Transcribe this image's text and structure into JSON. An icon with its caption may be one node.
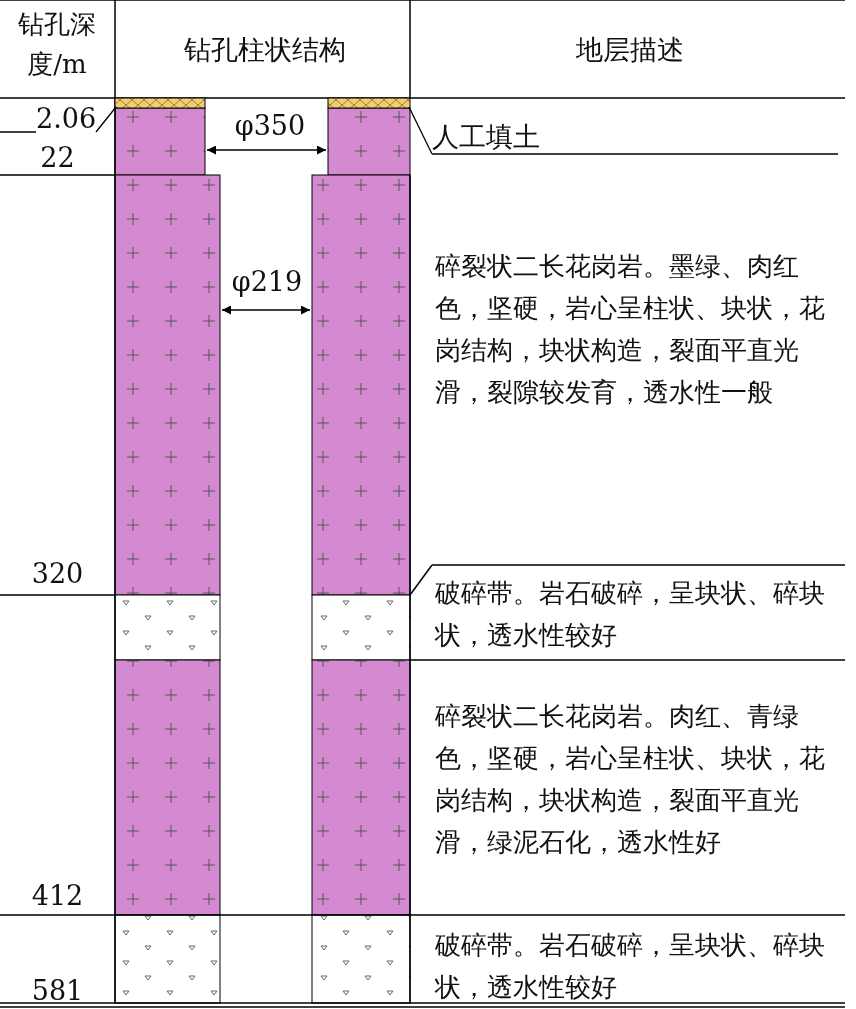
{
  "diagram": {
    "nodes": [
      {
        "text": [
          "2.06"
        ]
      },
      {
        "text": [],
        "shape": "bar"
      },
      {
        "text": [
          "人工填土"
        ]
      },
      {
        "text": [],
        "shape": "bar"
      }
    ],
    "edges": [
      {
        "from": 0,
        "to": 1,
        "arrow": "none"
      },
      {
        "from": 2,
        "to": 3,
        "arrow": "none"
      }
    ],
    "labels": [
      "钻孔深度/m",
      "钻孔柱状结构",
      "地层描述",
      "φ350",
      "22",
      "φ219",
      "碎裂状二长花岗岩。墨绿、肉红色，坚硬，岩心呈柱状、块状，花岗结构，块状构造，裂面平直光滑，裂隙较发育，透水性一般",
      "320",
      "破碎带。岩石破碎，呈块状、碎块状，透水性较好",
      "碎裂状二长花岗岩。肉红、青绿色，坚硬，岩心呈柱状、块状，花岗结构，块状构造，裂面平直光滑，绿泥石化，透水性好",
      "412",
      "破碎带。岩石破碎，呈块状、碎块状，透水性较好",
      "581"
    ]
  }
}
